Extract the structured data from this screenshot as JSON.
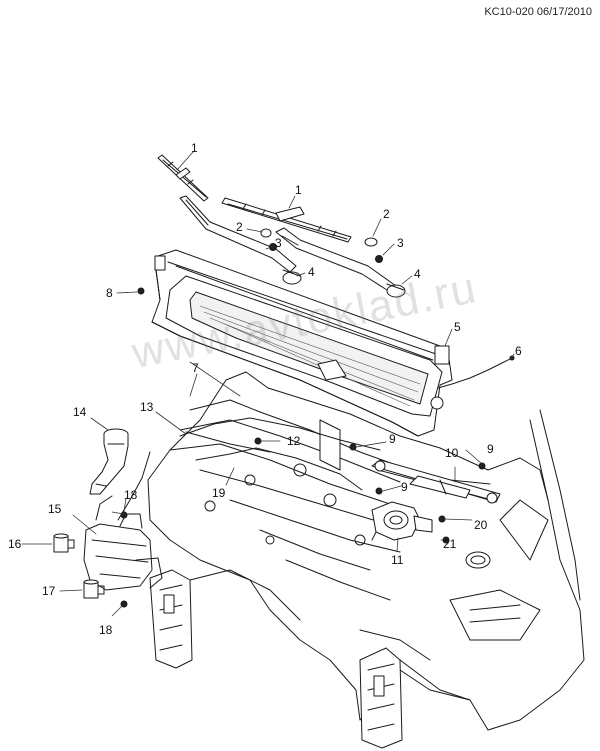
{
  "header": {
    "reference_code": "KC10-020 06/17/2010"
  },
  "watermark": {
    "text": "www.avtoklad.ru"
  },
  "callouts": [
    {
      "id": "c1a",
      "label": "1"
    },
    {
      "id": "c1b",
      "label": "1"
    },
    {
      "id": "c2a",
      "label": "2"
    },
    {
      "id": "c2b",
      "label": "2"
    },
    {
      "id": "c3a",
      "label": "3"
    },
    {
      "id": "c3b",
      "label": "3"
    },
    {
      "id": "c4a",
      "label": "4"
    },
    {
      "id": "c4b",
      "label": "4"
    },
    {
      "id": "c5",
      "label": "5"
    },
    {
      "id": "c6",
      "label": "6"
    },
    {
      "id": "c7",
      "label": "7"
    },
    {
      "id": "c8",
      "label": "8"
    },
    {
      "id": "c9a",
      "label": "9"
    },
    {
      "id": "c9b",
      "label": "9"
    },
    {
      "id": "c9c",
      "label": "9"
    },
    {
      "id": "c10",
      "label": "10"
    },
    {
      "id": "c11",
      "label": "11"
    },
    {
      "id": "c12",
      "label": "12"
    },
    {
      "id": "c13",
      "label": "13"
    },
    {
      "id": "c14",
      "label": "14"
    },
    {
      "id": "c15",
      "label": "15"
    },
    {
      "id": "c16",
      "label": "16"
    },
    {
      "id": "c17",
      "label": "17"
    },
    {
      "id": "c18a",
      "label": "18"
    },
    {
      "id": "c18b",
      "label": "18"
    },
    {
      "id": "c19",
      "label": "19"
    },
    {
      "id": "c20",
      "label": "20"
    },
    {
      "id": "c21",
      "label": "21"
    }
  ]
}
